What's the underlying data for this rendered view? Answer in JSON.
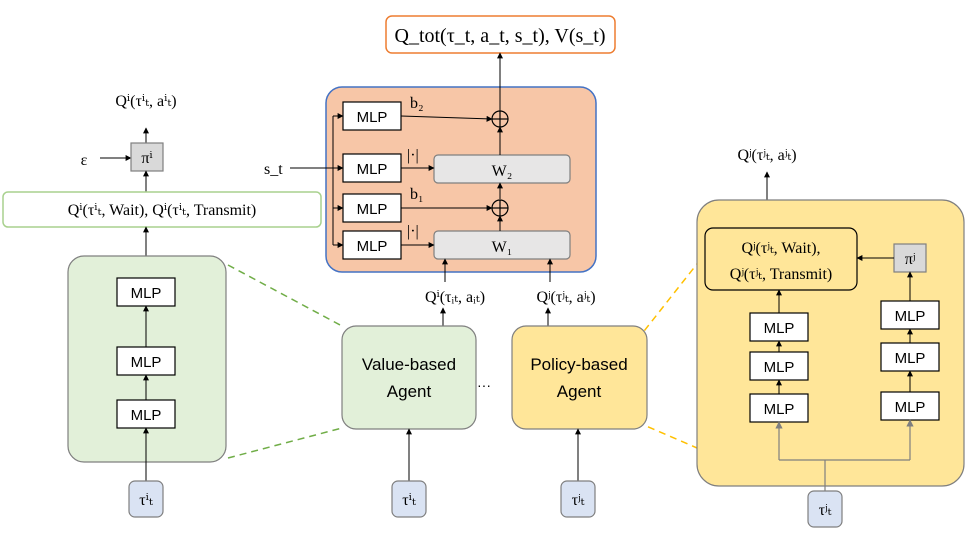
{
  "colors": {
    "mixer_fill": "#f7c6a7",
    "mixer_stroke": "#4472c4",
    "value_fill": "#e2f0d9",
    "value_stroke": "#7f7f7f",
    "policy_fill": "#ffe699",
    "policy_stroke": "#7f7f7f",
    "weight_fill": "#e7e6e6",
    "output_stroke": "#ed7d31",
    "q_vector_stroke": "#a9d18e",
    "value_link": "#70ad47",
    "policy_link": "#ffc000"
  },
  "mixer": {
    "output": "Q_tot(τ_t, a_t, s_t), V(s_t)",
    "state_input": "s_t",
    "mlp_label": "MLP",
    "b2": "b₂",
    "b1": "b₁",
    "abs": "|·|",
    "w2": "W₂",
    "w1": "W₁"
  },
  "value_agent": {
    "name_line1": "Value-based",
    "name_line2": "Agent",
    "q_out": "Qⁱ(τᵢₜ, aᵢₜ)",
    "input": "τⁱₜ",
    "dots": "···"
  },
  "policy_agent": {
    "name_line1": "Policy-based",
    "name_line2": "Agent",
    "q_out": "Qʲ(τʲₜ, aʲₜ)",
    "input": "τʲₜ"
  },
  "value_detail": {
    "q_top": "Qⁱ(τⁱₜ, aⁱₜ)",
    "epsilon": "ε",
    "pi": "πⁱ",
    "q_vector": "Qⁱ(τⁱₜ, Wait), Qⁱ(τⁱₜ, Transmit)",
    "mlp_label": "MLP",
    "input": "τⁱₜ"
  },
  "policy_detail": {
    "q_top": "Qʲ(τʲₜ, aʲₜ)",
    "q_line1": "Qʲ(τʲₜ, Wait),",
    "q_line2": "Qʲ(τʲₜ, Transmit)",
    "pi": "πʲ",
    "mlp_label": "MLP",
    "input": "τʲₜ"
  }
}
